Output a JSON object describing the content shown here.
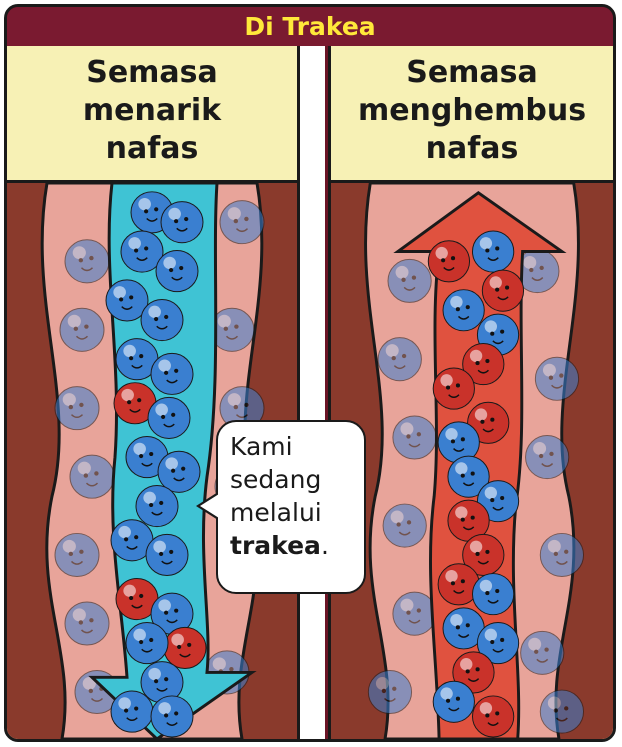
{
  "title": "Di Trakea",
  "left_panel": {
    "heading_lines": [
      "Semasa",
      "menarik",
      "nafas"
    ]
  },
  "right_panel": {
    "heading_lines": [
      "Semasa",
      "menghembus",
      "nafas"
    ]
  },
  "speech_bubble": {
    "line1": "Kami",
    "line2": "sedang",
    "line3": "melalui",
    "bold_word": "trakea",
    "punctuation": "."
  },
  "colors": {
    "frame": "#7a1a30",
    "title_text": "#ffe93a",
    "heading_bg": "#f7f1b5",
    "trachea_wall": "#8a3a2c",
    "trachea_lumen": "#e8a49a",
    "inhale_arrow": "#3fc3d4",
    "exhale_arrow": "#e0523f",
    "oxygen_ball": "#3a7fd0",
    "co2_ball": "#c9322a"
  },
  "arrows": {
    "inhale": "down-arrow",
    "exhale": "up-arrow"
  }
}
